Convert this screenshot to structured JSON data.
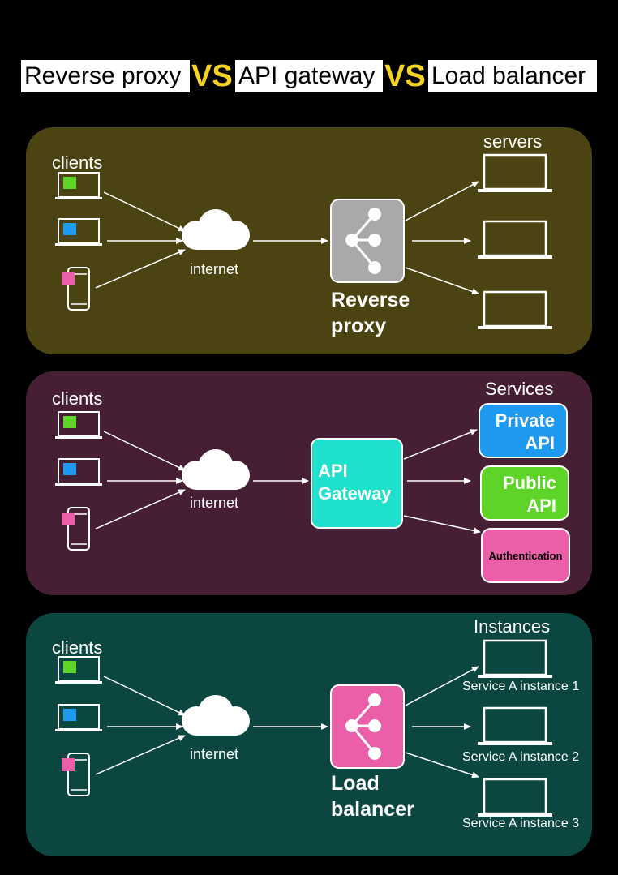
{
  "title": {
    "part1": "Reverse proxy",
    "vs1": "VS",
    "part2": "API gateway",
    "vs2": "VS",
    "part3": "Load balancer"
  },
  "reverse_proxy": {
    "clients_label": "clients",
    "internet_label": "internet",
    "hub_line1": "Reverse",
    "hub_line2": "proxy",
    "targets_label": "servers"
  },
  "api_gateway": {
    "clients_label": "clients",
    "internet_label": "internet",
    "hub_line1": "API",
    "hub_line2": "Gateway",
    "targets_label": "Services",
    "services": [
      {
        "line1": "Private",
        "line2": "API"
      },
      {
        "line1": "Public",
        "line2": "API"
      },
      {
        "line1": "Authentication"
      }
    ]
  },
  "load_balancer": {
    "clients_label": "clients",
    "internet_label": "internet",
    "hub_line1": "Load",
    "hub_line2": "balancer",
    "targets_label": "Instances",
    "instances": [
      "Service A instance 1",
      "Service A instance 2",
      "Service A instance 3"
    ]
  },
  "colors": {
    "panel_reverse_proxy": "#4b4412",
    "panel_api_gateway": "#461f35",
    "panel_load_balancer": "#0b4740",
    "hub_reverse_proxy": "#a9a9a9",
    "hub_api_gateway": "#1ee0cd",
    "hub_load_balancer": "#ea5fa7",
    "private_api": "#1e9bf0",
    "public_api": "#5fd428",
    "authentication": "#ea5fa7",
    "vs": "#f5d31e",
    "client_green": "#5fd428",
    "client_blue": "#1e9bf0",
    "client_pink": "#ea5fa7"
  }
}
